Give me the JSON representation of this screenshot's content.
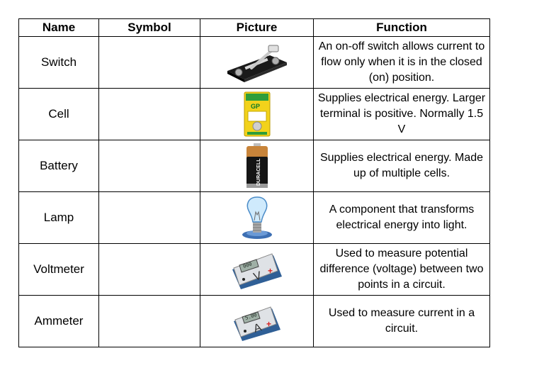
{
  "table": {
    "headers": [
      "Name",
      "Symbol",
      "Picture",
      "Function"
    ],
    "rows": [
      {
        "name": "Switch",
        "symbol": "",
        "picture": "switch-image",
        "function": "An on-off switch allows current to flow only when it is in the closed (on) position."
      },
      {
        "name": "Cell",
        "symbol": "",
        "picture": "cell-battery-package-image",
        "function": "Supplies electrical energy. Larger terminal is positive. Normally 1.5 V"
      },
      {
        "name": "Battery",
        "symbol": "",
        "picture": "battery-image",
        "function": "Supplies electrical energy. Made up of multiple cells."
      },
      {
        "name": "Lamp",
        "symbol": "",
        "picture": "light-bulb-image",
        "function": "A component that transforms electrical energy into light."
      },
      {
        "name": "Voltmeter",
        "symbol": "",
        "picture": "voltmeter-image",
        "function": "Used to measure potential difference (voltage) between two points in a circuit."
      },
      {
        "name": "Ammeter",
        "symbol": "",
        "picture": "ammeter-image",
        "function": "Used to measure current in a circuit."
      }
    ]
  },
  "pictures": {
    "cell_brand": "GP",
    "battery_brand": "DURACELL",
    "voltmeter_display": "000",
    "voltmeter_letter": "V",
    "ammeter_display": "5.00",
    "ammeter_letter": "A"
  }
}
